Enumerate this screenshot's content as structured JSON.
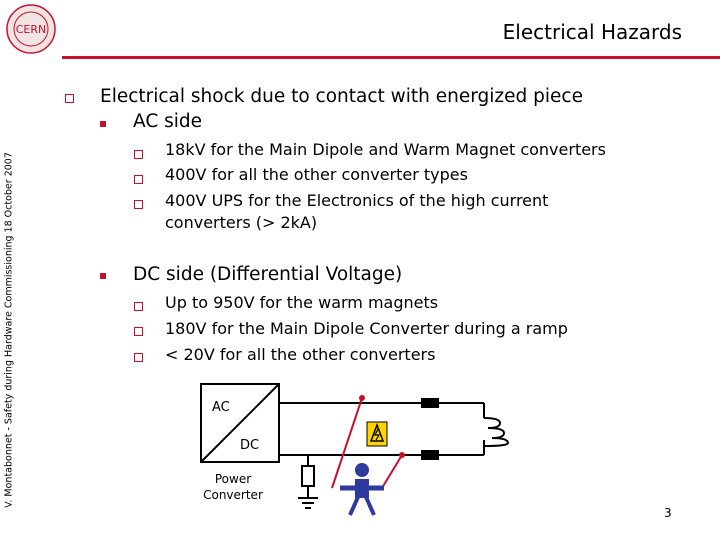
{
  "header": {
    "title": "Electrical Hazards",
    "accent_color": "#C8102E",
    "logo": "cern-logo-icon"
  },
  "sidebar_text": "V. Montabonnet - Safety during Hardware Commissioning 18 October 2007",
  "content": {
    "level1": "Electrical shock due to contact with energized piece",
    "ac": {
      "heading": "AC side",
      "items": [
        "18kV for the Main Dipole and Warm Magnet converters",
        "400V for all the other converter types",
        "400V UPS for the Electronics of the high current",
        "converters (> 2kA)"
      ]
    },
    "dc": {
      "heading": "DC side (Differential Voltage)",
      "items": [
        "Up to 950V for the warm magnets",
        "180V for the Main Dipole Converter during a ramp",
        "< 20V for all the other converters"
      ]
    }
  },
  "diagram": {
    "ac_label": "AC",
    "dc_label": "DC",
    "converter_label_line1": "Power",
    "converter_label_line2": "Converter",
    "icons": [
      "high-voltage-warning-icon",
      "person-icon",
      "ground-icon",
      "inductor-coil-icon",
      "resistor-icon"
    ]
  },
  "footer": {
    "page_number": "3"
  }
}
